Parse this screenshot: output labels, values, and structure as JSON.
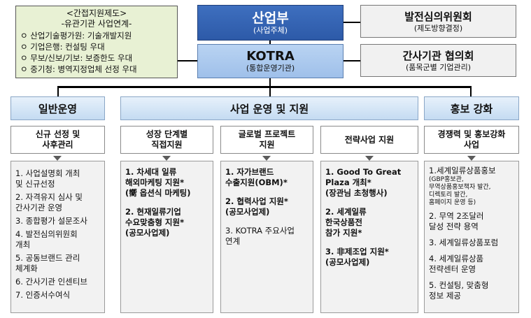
{
  "indirect": {
    "title": "<간접지원제도>",
    "subtitle": "-유관기관 사업연계-",
    "items": [
      "산업기술평가원: 기술개발지원",
      "기업은행: 컨설팅 우대",
      "무보/신보/기보: 보증한도 우대",
      "중기청: 병역지정업체 선정 우대"
    ]
  },
  "top": {
    "ministry": {
      "name": "산업부",
      "role": "(사업주체)"
    },
    "kotra": {
      "name": "KOTRA",
      "role": "(통합운영기관)"
    },
    "council": {
      "name": "발전심의위원회",
      "role": "(제도방향결정)"
    },
    "agency": {
      "name": "간사기관 협의회",
      "role": "(품목군별 기업관리)"
    }
  },
  "categories": {
    "general": "일반운영",
    "business": "사업 운영 및 지원",
    "promo": "홍보 강화"
  },
  "subheads": {
    "general": [
      "신규 선정 및",
      "사후관리"
    ],
    "growth": [
      "성장 단계별",
      "직접지원"
    ],
    "global": [
      "글로벌 프로젝트",
      "지원"
    ],
    "strategy": "전략사업 지원",
    "promo": [
      "경쟁력 및 홍보강화",
      "사업"
    ]
  },
  "panels": {
    "general": [
      "1. 사업설명회 개최",
      "   및 신규선정",
      "2. 자격유지 심사 및",
      "   간사기관 운영",
      "3. 종합평가 설문조사",
      "4. 발전심의위원회",
      "   개최",
      "5. 공동브랜드 관리",
      "   체계화",
      "6. 간사기관 인센티브",
      "7. 인증서수여식"
    ],
    "growth": [
      "1. 차세대 일류",
      "   해외마케팅 지원*",
      "  (嚮 옵션식 마케팅)",
      "2. 현재일류기업",
      "   수요맞춤형 지원*",
      "  (공모사업제)"
    ],
    "global": [
      "1.  자가브랜드",
      "    수출지원(OBM)*",
      "2. 협력사업 지원*",
      "   (공모사업제)",
      "3. KOTRA 주요사업",
      "   연계"
    ],
    "strategy": [
      "1. Good To Great",
      "   Plaza 개최*",
      "   (장관님 초청행사)",
      "2. 세계일류",
      "   한국상품전",
      "   참가 지원*",
      "3. 非제조업 지원*",
      "   (공모사업제)"
    ],
    "promo": {
      "item1": "1.세계일류상품홍보",
      "item1_detail": [
        "(GBP홍보관,",
        "무역상품홍보책자 발간,",
        "디렉토리 발간,",
        "홈페이지 운영 등)"
      ],
      "item2": [
        "2. 무역 2조달러",
        "   달성 전략 용역"
      ],
      "item3": "3. 세계일류상품포럼",
      "item4": [
        "4. 세계일류상품",
        "   전략센터 운영"
      ],
      "item5": [
        "5. 컨설팅, 맞춤형",
        "   정보 제공"
      ]
    }
  }
}
